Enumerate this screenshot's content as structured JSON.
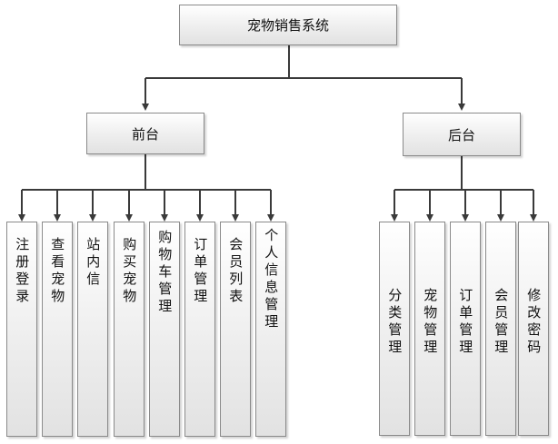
{
  "root": {
    "label": "宠物销售系统"
  },
  "front": {
    "label": "前台",
    "items": [
      "注册登录",
      "查看宠物",
      "站内信",
      "购买宠物",
      "购物车管理",
      "订单管理",
      "会员列表",
      "个人信息管理"
    ]
  },
  "back": {
    "label": "后台",
    "items": [
      "分类管理",
      "宠物管理",
      "订单管理",
      "会员管理",
      "修改密码"
    ]
  }
}
